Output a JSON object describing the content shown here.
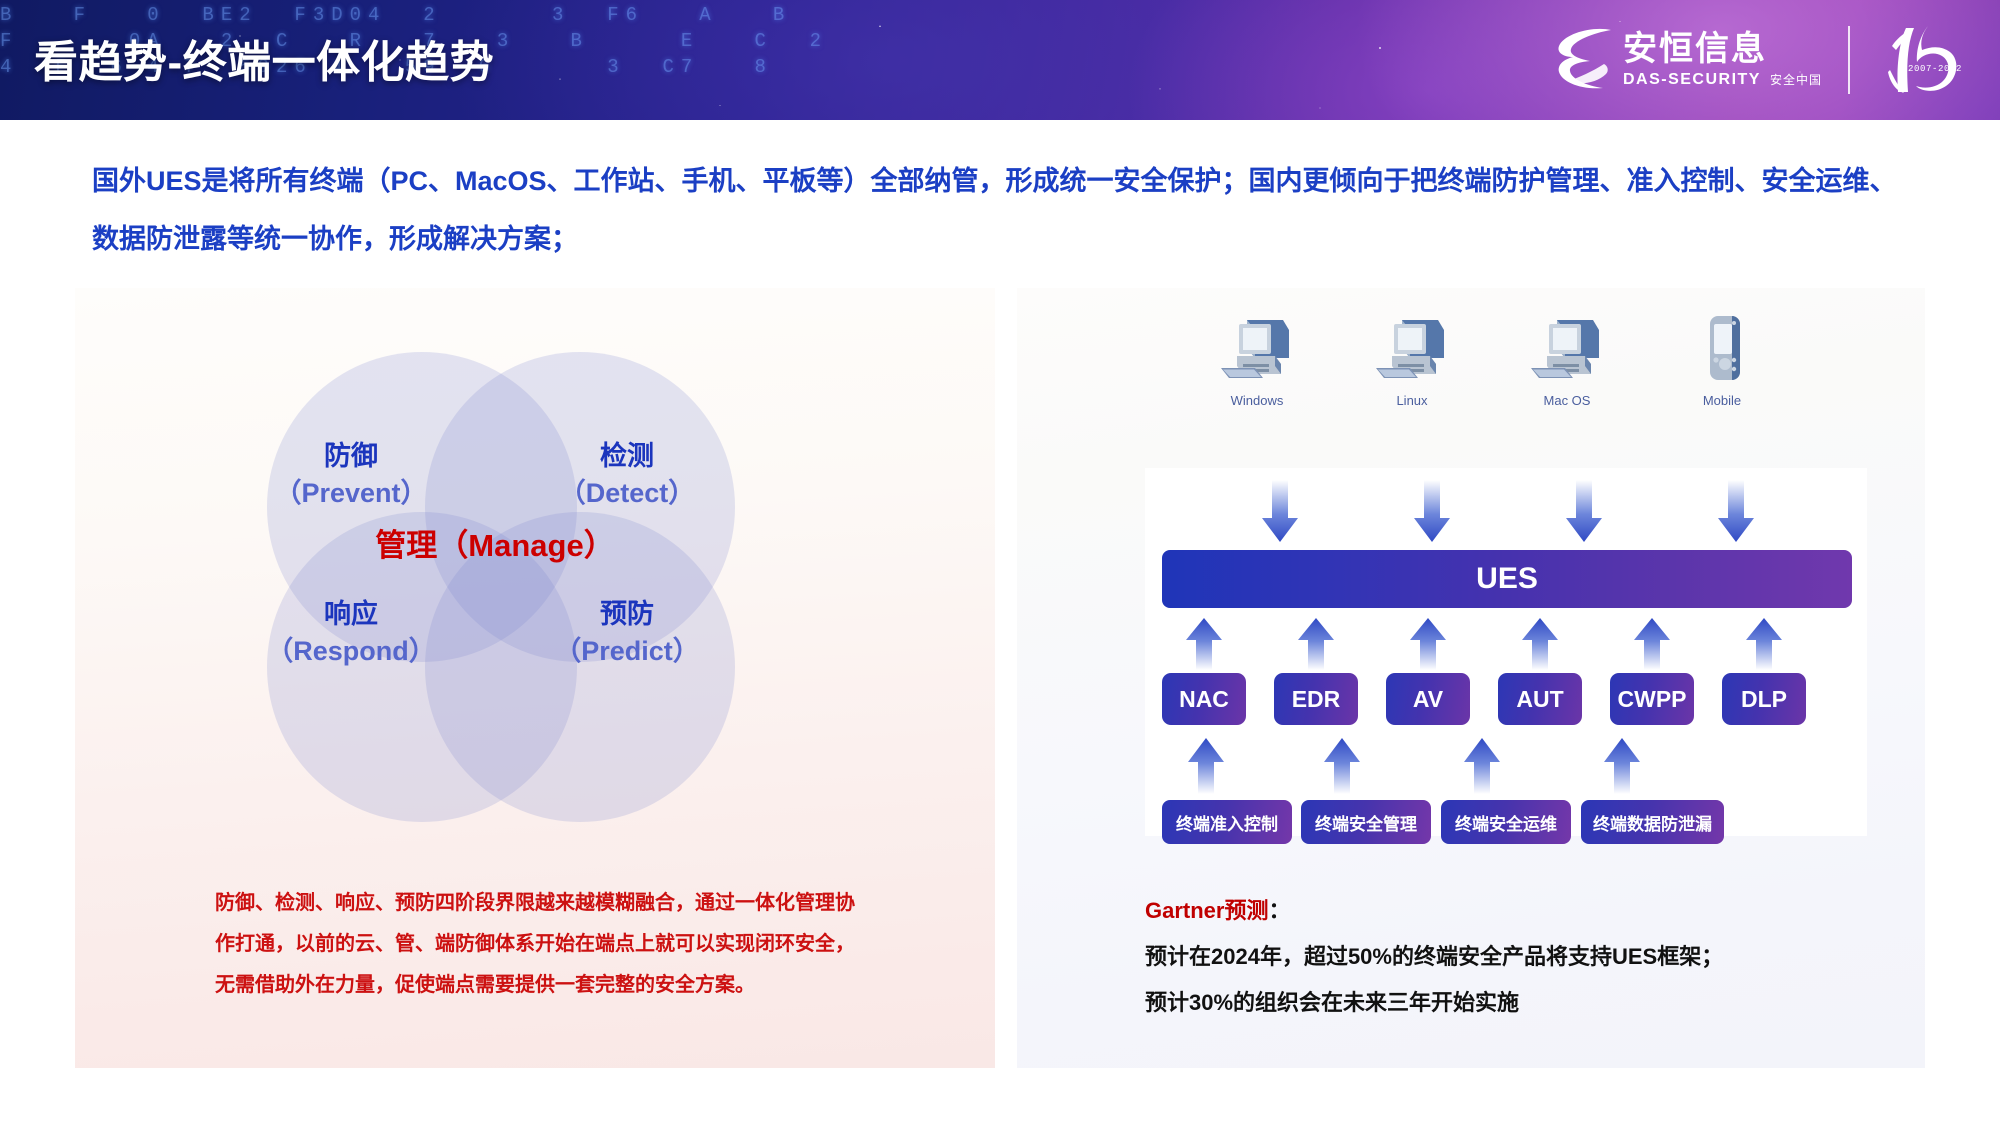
{
  "header": {
    "title": "看趋势-终端一体化趋势",
    "code_art": "B   F   0  BE2  F3D04  2      3  F6   A   B\nF      0A   2  C   R   7   3   B     E   C  2\n4  F  6 4 7  5926 4   59  6      3  C7   8",
    "logo": {
      "company_cn": "安恒信息",
      "company_en": "DAS-SECURITY",
      "company_en_cn": "安全中国",
      "anniversary": "15",
      "anniversary_years": "2007-2022",
      "swoosh_icon": "das-swoosh-logo-icon"
    }
  },
  "lead_paragraph": "国外UES是将所有终端（PC、MacOS、工作站、手机、平板等）全部纳管，形成统一安全保护；国内更倾向于把终端防护管理、准入控制、安全运维、数据防泄露等统一协作，形成解决方案；",
  "left_panel": {
    "venn": {
      "center_label": "管理（Manage）",
      "quadrants": [
        {
          "cn": "防御",
          "en": "（Prevent）"
        },
        {
          "cn": "检测",
          "en": "（Detect）"
        },
        {
          "cn": "响应",
          "en": "（Respond）"
        },
        {
          "cn": "预防",
          "en": "（Predict）"
        }
      ]
    },
    "note": "防御、检测、响应、预防四阶段界限越来越模糊融合，通过一体化管理协作打通，以前的云、管、端防御体系开始在端点上就可以实现闭环安全，无需借助外在力量，促使端点需要提供一套完整的安全方案。"
  },
  "right_panel": {
    "devices": [
      {
        "label": "Windows",
        "icon": "desktop-computer-icon"
      },
      {
        "label": "Linux",
        "icon": "desktop-computer-icon"
      },
      {
        "label": "Mac OS",
        "icon": "desktop-computer-icon"
      },
      {
        "label": "Mobile",
        "icon": "mobile-phone-icon"
      }
    ],
    "ues_bar_label": "UES",
    "products": [
      "NAC",
      "EDR",
      "AV",
      "AUT",
      "CWPP",
      "DLP"
    ],
    "capabilities": [
      "终端准入控制",
      "终端安全管理",
      "终端安全运维",
      "终端数据防泄漏"
    ],
    "gartner": {
      "heading": "Gartner预测",
      "heading_colon": "：",
      "lines": [
        "预计在2024年，超过50%的终端安全产品将支持UES框架；",
        "预计30%的组织会在未来三年开始实施"
      ]
    }
  },
  "colors": {
    "header_blue": "#18207a",
    "header_purple": "#9b42b6",
    "lead_blue": "#1b3fc4",
    "venn_cn_blue": "#1b35bd",
    "venn_en_blue": "#5566cc",
    "manage_red": "#cc0000",
    "note_red": "#cc1111",
    "ues_gradient_start": "#1f35b8",
    "ues_gradient_end": "#7038ad",
    "arrow_blue": "#3a54c8"
  }
}
